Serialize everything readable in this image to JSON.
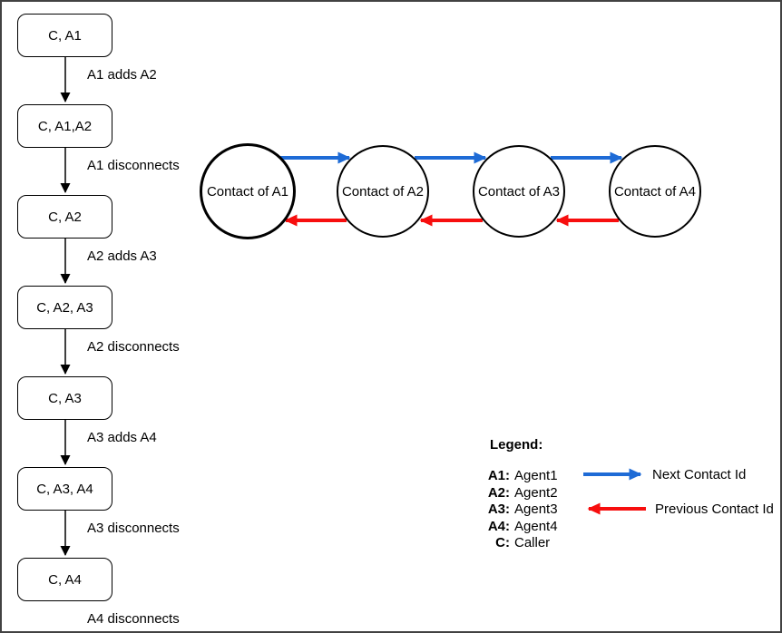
{
  "colors": {
    "blue": "#1E6BD6",
    "red": "#F70E0E",
    "black": "#000000"
  },
  "flow": {
    "states": [
      "C, A1",
      "C, A1,A2",
      "C, A2",
      "C, A2, A3",
      "C, A3",
      "C, A3, A4",
      "C, A4"
    ],
    "transitions": [
      "A1 adds A2",
      "A1 disconnects",
      "A2 adds A3",
      "A2 disconnects",
      "A3 adds A4",
      "A3 disconnects",
      "A4 disconnects"
    ]
  },
  "contacts": {
    "nodes": [
      "Contact of A1",
      "Contact of A2",
      "Contact of A3",
      "Contact of A4"
    ]
  },
  "legend": {
    "title": "Legend:",
    "entries": [
      {
        "key": "A1:",
        "value": "Agent1"
      },
      {
        "key": "A2:",
        "value": "Agent2"
      },
      {
        "key": "A3:",
        "value": "Agent3"
      },
      {
        "key": "A4:",
        "value": "Agent4"
      },
      {
        "key": "C:",
        "value": "Caller"
      }
    ],
    "next_label": "Next Contact Id",
    "prev_label": "Previous Contact Id"
  }
}
